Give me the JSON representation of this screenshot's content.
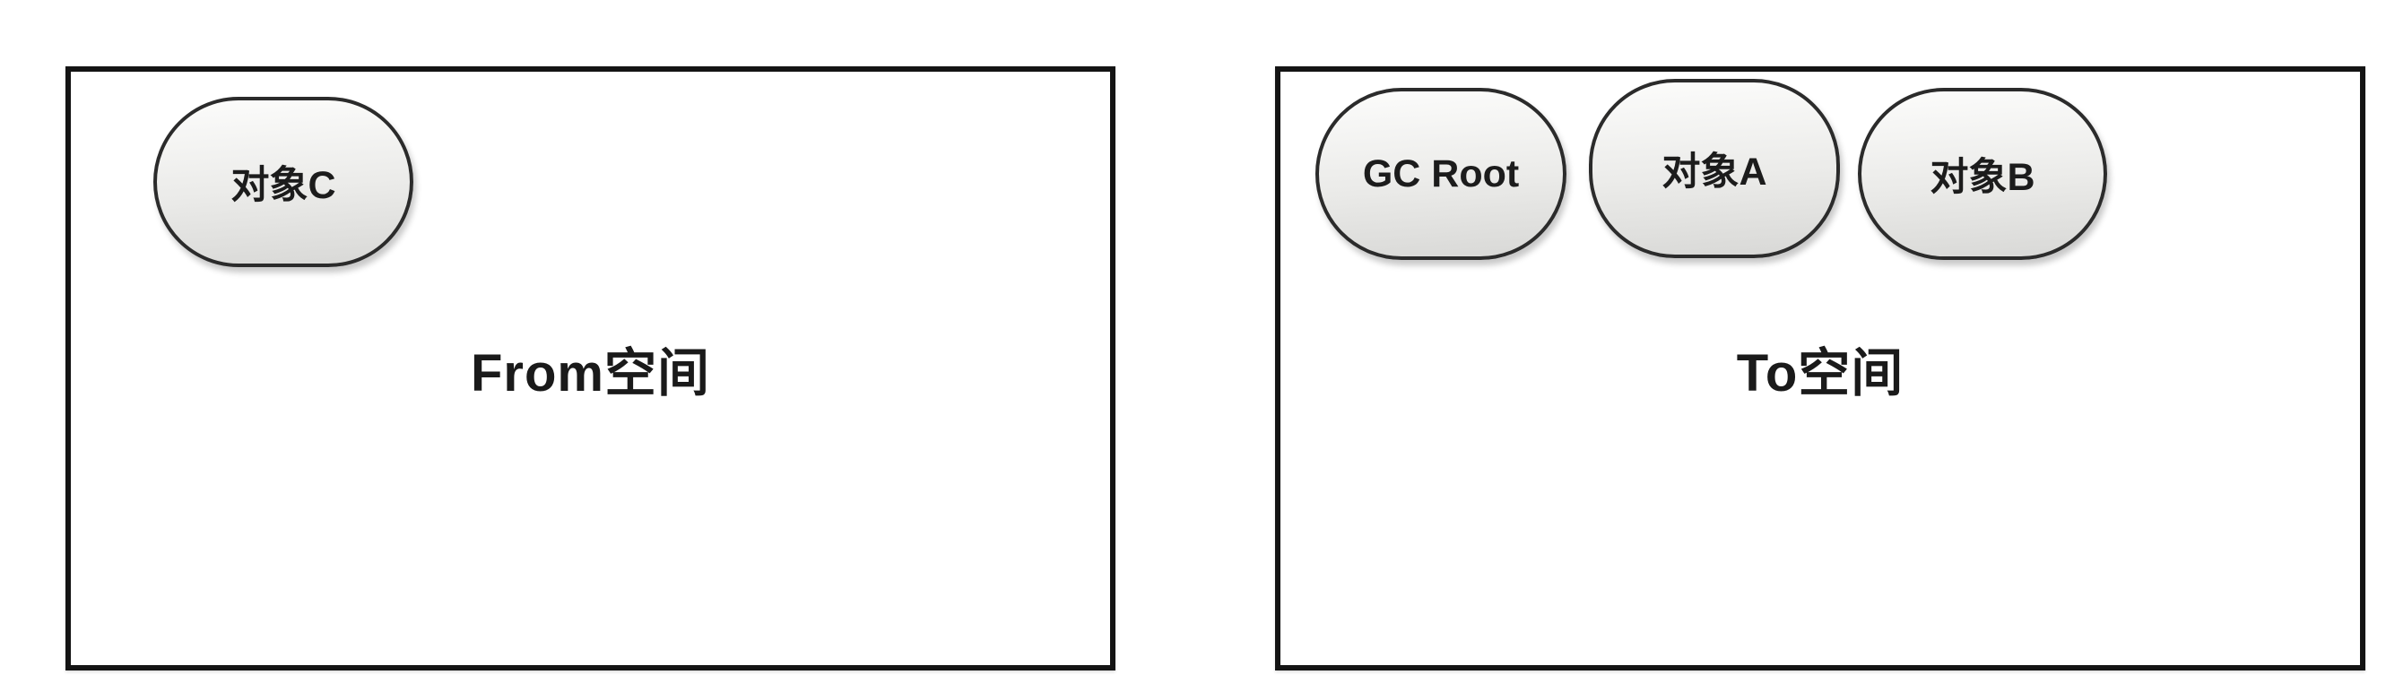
{
  "diagram": {
    "colors": {
      "background": "#ffffff",
      "box_stroke": "#141414",
      "node_stroke": "#2b2b2b",
      "node_fill_top": "#fcfcfb",
      "node_fill_bottom": "#d8d8d6",
      "text": "#1a1a1a"
    },
    "from_space": {
      "label": "From空间",
      "objects": [
        {
          "label": "对象C"
        }
      ]
    },
    "to_space": {
      "label": "To空间",
      "objects": [
        {
          "label": "GC Root"
        },
        {
          "label": "对象A"
        },
        {
          "label": "对象B"
        }
      ]
    }
  }
}
